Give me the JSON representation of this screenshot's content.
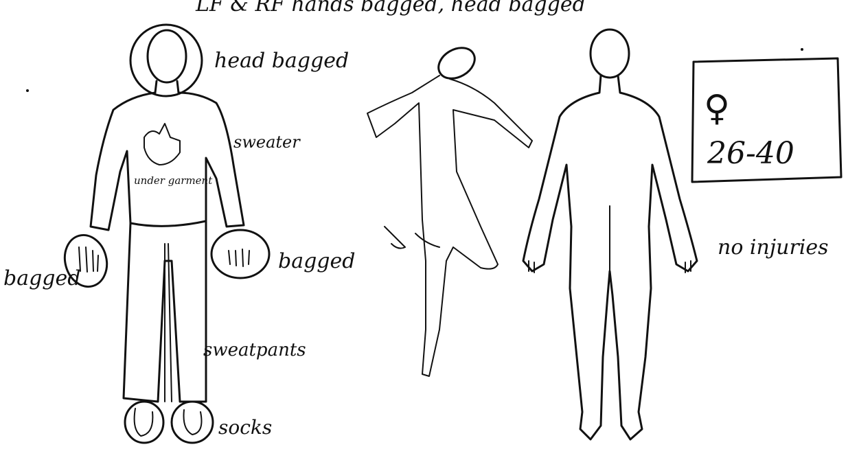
{
  "header_note": "LF & RF hands bagged, head bagged",
  "figure_front": {
    "labels": {
      "head": "head bagged",
      "sweater": "sweater",
      "undergarment": "under garment",
      "left_hand": "bagged",
      "right_hand": "bagged",
      "sweatpants": "sweatpants",
      "socks": "socks"
    }
  },
  "figure_back": {
    "note": "no injuries"
  },
  "info_box": {
    "sex_symbol": "♀",
    "age_range": "26-40"
  }
}
